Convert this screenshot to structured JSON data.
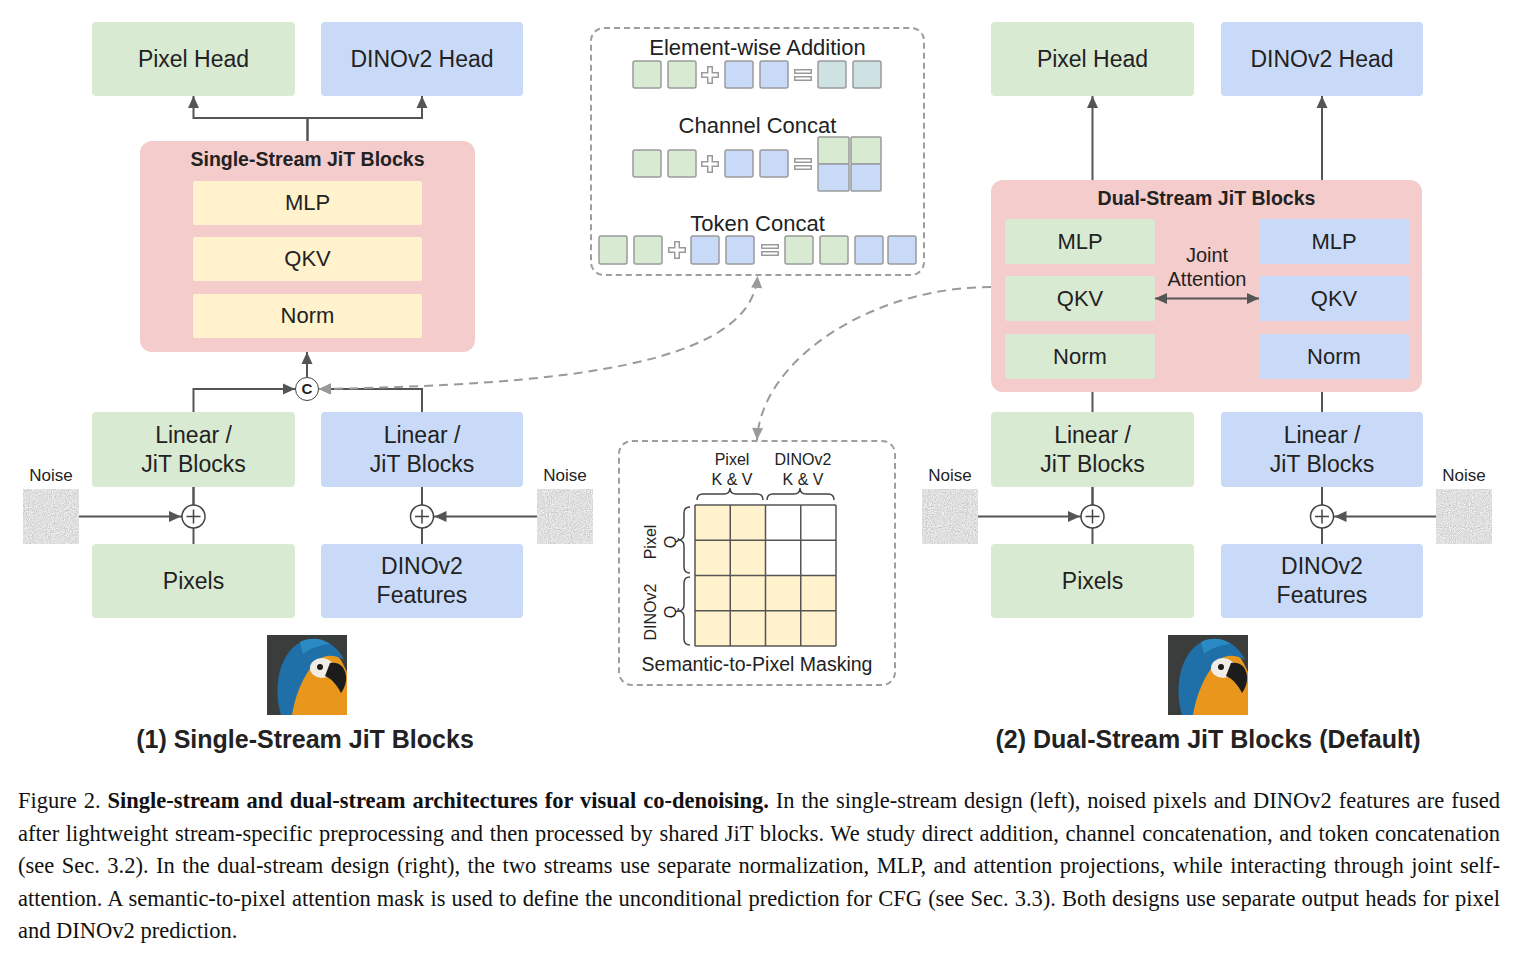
{
  "diagram": {
    "caption": "Figure 2. Single-stream and dual-stream architectures for visual co-denoising. In the single-stream design (left), noised pixels and DINOv2 features are fused after lightweight stream-specific preprocessing and then processed by shared JiT blocks. We study direct addition, channel concatenation, and token concatenation (see Sec. 3.2). In the dual-stream design (right), the two streams use separate normalization, MLP, and attention projections, while interacting through joint self-attention. A semantic-to-pixel attention mask is used to define the unconditional prediction for CFG (see Sec. 3.3). Both designs use separate output heads for pixel and DINOv2 prediction.",
    "nodes": [
      {
        "text": [
          "Pixel Head"
        ]
      },
      {
        "text": [
          "DINOv2 Head"
        ]
      },
      {
        "text": [
          "Element-wise Addition",
          "Channel Concat",
          "Token Concat"
        ]
      },
      {
        "text": [
          "Pixel Head"
        ]
      },
      {
        "text": [
          "DINOv2 Head"
        ]
      },
      {
        "text": [
          "Single-Stream JiT Blocks"
        ]
      },
      {
        "text": [
          "MLP"
        ],
        "in": 5
      },
      {
        "text": [
          "QKV"
        ],
        "in": 5
      },
      {
        "text": [
          "Norm"
        ],
        "in": 5
      },
      {
        "text": [
          "Dual-Stream JiT Blocks"
        ]
      },
      {
        "text": [
          "MLP"
        ],
        "in": 9
      },
      {
        "text": [
          "MLP"
        ],
        "in": 9
      },
      {
        "text": [
          "QKV"
        ],
        "in": 9
      },
      {
        "text": [
          "QKV"
        ],
        "in": 9
      },
      {
        "text": [
          "Norm"
        ],
        "in": 9
      },
      {
        "text": [
          "Norm"
        ],
        "in": 9
      },
      {
        "text": [
          "C"
        ]
      },
      {
        "text": [
          "Linear / JiT Blocks"
        ]
      },
      {
        "text": [
          "Linear / JiT Blocks"
        ]
      },
      {
        "text": [
          "Pixel K & V",
          "DINOv2 K & V",
          "Pixel Q",
          "DINOv2 Q",
          "Semantic-to-Pixel Masking"
        ]
      },
      {
        "text": [
          "Linear / JiT Blocks"
        ]
      },
      {
        "text": [
          "Linear / JiT Blocks"
        ]
      },
      {
        "text": [
          "Noise"
        ]
      },
      {
        "text": [
          "Noise"
        ]
      },
      {
        "text": [
          "Noise"
        ]
      },
      {
        "text": [
          "Noise"
        ]
      },
      {
        "text": [
          "Pixels"
        ]
      },
      {
        "text": [
          "DINOv2 Features"
        ]
      },
      {
        "text": [
          "Pixels"
        ]
      },
      {
        "text": [
          "DINOv2 Features"
        ]
      }
    ],
    "edges": [
      {
        "from": 5,
        "to": 0,
        "arrow": "to"
      },
      {
        "from": 5,
        "to": 1,
        "arrow": "to"
      },
      {
        "from": 16,
        "to": 5,
        "arrow": "to"
      },
      {
        "from": 17,
        "to": 16,
        "arrow": "to"
      },
      {
        "from": 18,
        "to": 16,
        "arrow": "to"
      },
      {
        "from": 26,
        "to": 17,
        "arrow": "none"
      },
      {
        "from": 22,
        "to": 17,
        "arrow": "to"
      },
      {
        "from": 27,
        "to": 18,
        "arrow": "none"
      },
      {
        "from": 23,
        "to": 18,
        "arrow": "to"
      },
      {
        "from": 9,
        "to": 3,
        "arrow": "to"
      },
      {
        "from": 9,
        "to": 4,
        "arrow": "to"
      },
      {
        "from": 20,
        "to": 9,
        "arrow": "none"
      },
      {
        "from": 21,
        "to": 9,
        "arrow": "none"
      },
      {
        "from": 28,
        "to": 20,
        "arrow": "none"
      },
      {
        "from": 24,
        "to": 20,
        "arrow": "to"
      },
      {
        "from": 29,
        "to": 21,
        "arrow": "none"
      },
      {
        "from": 25,
        "to": 21,
        "arrow": "to"
      },
      {
        "from": 12,
        "to": 13,
        "label": "Joint Attention",
        "arrow": "both"
      },
      {
        "from": 16,
        "to": 2,
        "arrow": "both"
      },
      {
        "from": 9,
        "to": 19,
        "arrow": "to"
      }
    ],
    "labels": [
      "(1) Single-Stream JiT Blocks",
      "(2) Dual-Stream JiT Blocks (Default)"
    ]
  }
}
